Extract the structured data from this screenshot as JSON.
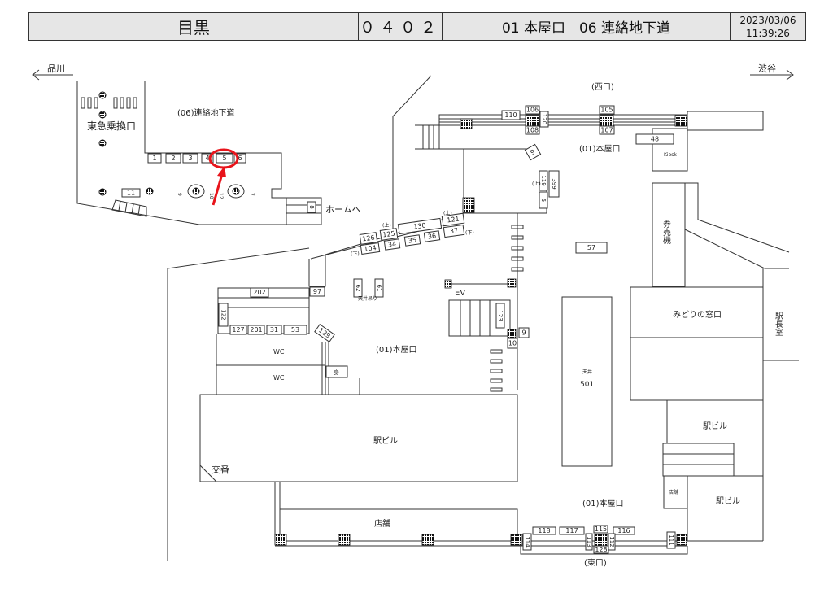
{
  "header": {
    "station": "目黒",
    "code": "０４０２",
    "exits": "01 本屋口　06 連絡地下道",
    "date": "2023/03/06",
    "time": "11:39:26"
  },
  "directions": {
    "left": "品川",
    "right": "渋谷"
  },
  "areas": {
    "tokyu": "東急乗換口",
    "underpass": "(06)連絡地下道",
    "to_platform": "ホームへ",
    "west_exit": "(西口)",
    "honya_1": "(01)本屋口",
    "honya_2": "(01)本屋口",
    "honya_3": "(01)本屋口",
    "kiosk": "Kiosk",
    "ticket_machine": "券売機",
    "midori": "みどりの窓口",
    "stationmaster": "駅長室",
    "ev": "EV",
    "ceiling": "天井",
    "ceiling_hung": "天井吊り",
    "wc1": "WC",
    "wc2": "WC",
    "station_bldg_main": "駅ビル",
    "station_bldg_r1": "駅ビル",
    "station_bldg_r2": "駅ビル",
    "police": "交番",
    "shop": "店舗",
    "shop_small": "店舗",
    "east_exit": "(東口)",
    "up1": "(上)",
    "up2": "(上)",
    "up3": "(上)",
    "down1": "(下)",
    "down2": "(下)",
    "mi": "身"
  },
  "boxes": {
    "b1": "1",
    "b2": "2",
    "b3": "3",
    "b4": "4",
    "b5": "5",
    "b6": "6",
    "b7": "7",
    "b8": "8",
    "b9": "9",
    "b10": "10",
    "b11": "11",
    "b12": "12",
    "b110": "110",
    "b106": "106",
    "b108": "108",
    "b120": "120",
    "b105": "105",
    "b107": "107",
    "b48": "48",
    "b9b": "9",
    "b119": "119",
    "b399": "399",
    "b5b": "5",
    "b121": "121",
    "b37": "37",
    "b130": "130",
    "b125": "125",
    "b126": "126",
    "b104": "104",
    "b34": "34",
    "b35": "35",
    "b36": "36",
    "b57": "57",
    "b202": "202",
    "b97": "97",
    "b122": "122",
    "b127": "127",
    "b201": "201",
    "b31": "31",
    "b53": "53",
    "b129": "129",
    "b62": "62",
    "b61": "61",
    "b123": "123",
    "b9c": "9",
    "b10b": "10",
    "b501": "501",
    "b118": "118",
    "b117": "117",
    "b115": "115",
    "b116": "116",
    "b114": "114",
    "b113": "113",
    "b112": "112",
    "b128": "128",
    "b111": "111"
  },
  "highlight": {
    "target_box": "5",
    "color": "#e8141b"
  }
}
